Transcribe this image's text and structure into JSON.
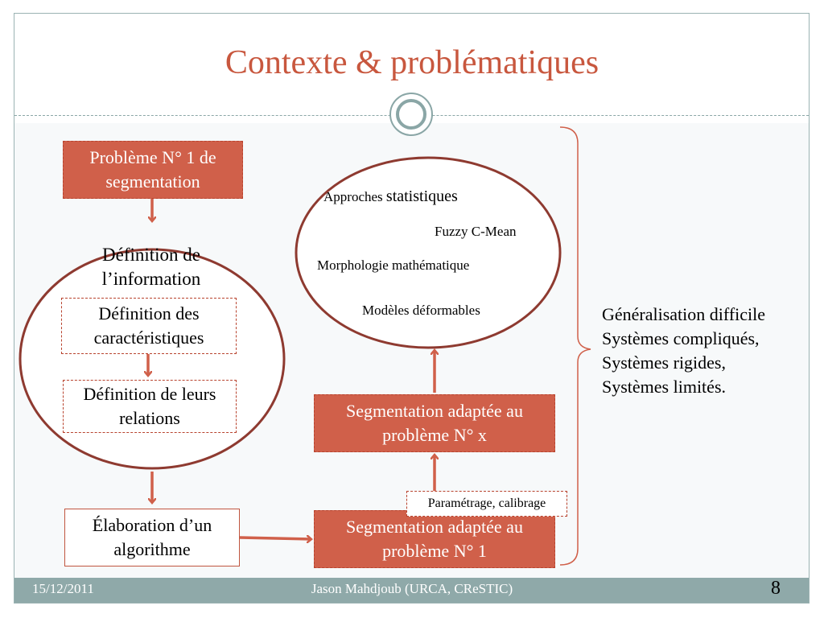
{
  "slide": {
    "title": "Contexte & problématiques",
    "boxes": {
      "probleme1": "Problème N° 1 de segmentation",
      "definition_info": "Définition de l’information",
      "definition_caracteristiques": "Définition des caractéristiques",
      "definition_relations": "Définition de leurs relations",
      "elaboration": "Élaboration d’un algorithme",
      "segmentation_x": "Segmentation adaptée au problème N° x",
      "segmentation_1": "Segmentation adaptée au problème N° 1",
      "parametrage": "Paramétrage, calibrage"
    },
    "approaches": {
      "approches_prefix": "Approches ",
      "approches_word": "statistiques",
      "fuzzy": "Fuzzy C-Mean",
      "morphologie": "Morphologie mathématique",
      "modeles": "Modèles déformables"
    },
    "conclusions": [
      "Généralisation difficile",
      "Systèmes compliqués,",
      "Systèmes rigides,",
      "Systèmes limités."
    ]
  },
  "footer": {
    "date": "15/12/2011",
    "author": "Jason Mahdjoub (URCA, CReSTIC)",
    "page": "8"
  },
  "colors": {
    "accent": "#d0604a",
    "title": "#c8573e",
    "footer": "#8fa9a9",
    "ellipse": "#8e3a30"
  }
}
